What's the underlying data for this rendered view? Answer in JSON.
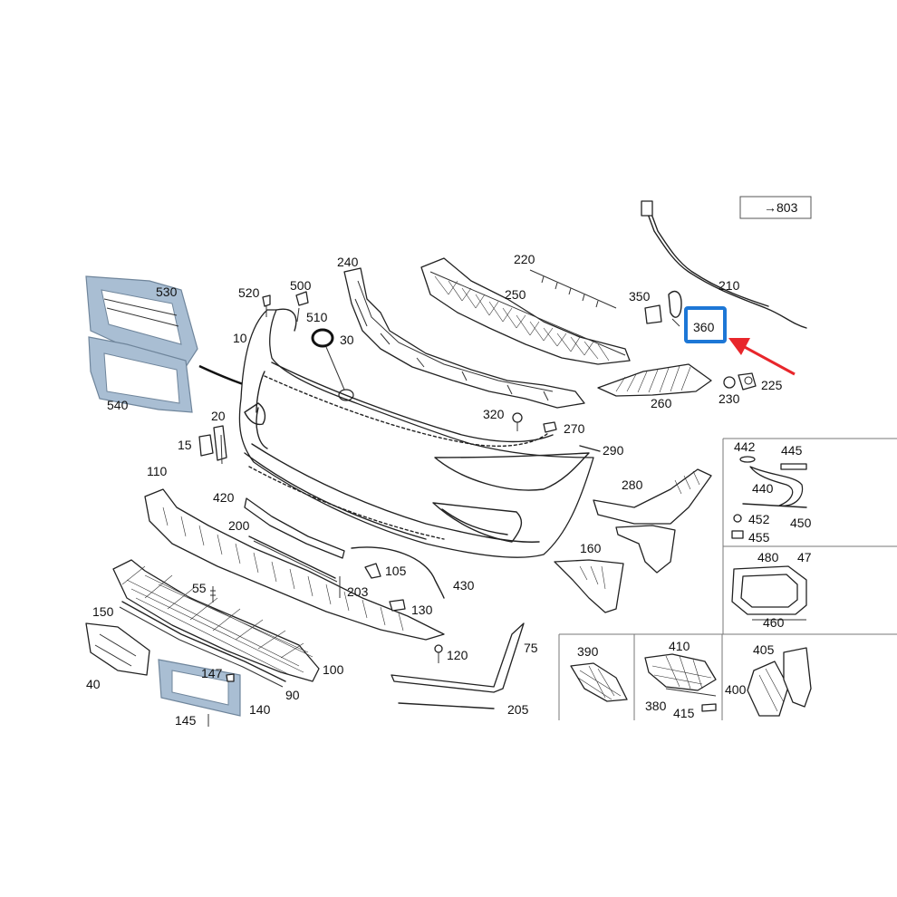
{
  "labels": {
    "ref": "→803",
    "p10": "10",
    "p15": "15",
    "p20": "20",
    "p30": "30",
    "p40": "40",
    "p55": "55",
    "p75": "75",
    "p90": "90",
    "p100": "100",
    "p105": "105",
    "p110": "110",
    "p120": "120",
    "p130": "130",
    "p140": "140",
    "p145": "145",
    "p147": "147",
    "p150": "150",
    "p160": "160",
    "p200": "200",
    "p203": "203",
    "p205": "205",
    "p210": "210",
    "p220": "220",
    "p225": "225",
    "p230": "230",
    "p240": "240",
    "p250": "250",
    "p260": "260",
    "p270": "270",
    "p280": "280",
    "p290": "290",
    "p320": "320",
    "p350": "350",
    "p360": "360",
    "p380": "380",
    "p390": "390",
    "p400": "400",
    "p405": "405",
    "p410": "410",
    "p415": "415",
    "p420": "420",
    "p430": "430",
    "p440": "440",
    "p442": "442",
    "p445": "445",
    "p450": "450",
    "p452": "452",
    "p455": "455",
    "p460": "460",
    "p470": "47",
    "p480": "480",
    "p500": "500",
    "p510": "510",
    "p520": "520",
    "p530": "530",
    "p540": "540"
  },
  "highlight": {
    "part": "360",
    "box_color": "#1d77d6",
    "arrow_color": "#e8262b"
  },
  "colors": {
    "line": "#222222",
    "blue_parts": "#a9bed3"
  }
}
